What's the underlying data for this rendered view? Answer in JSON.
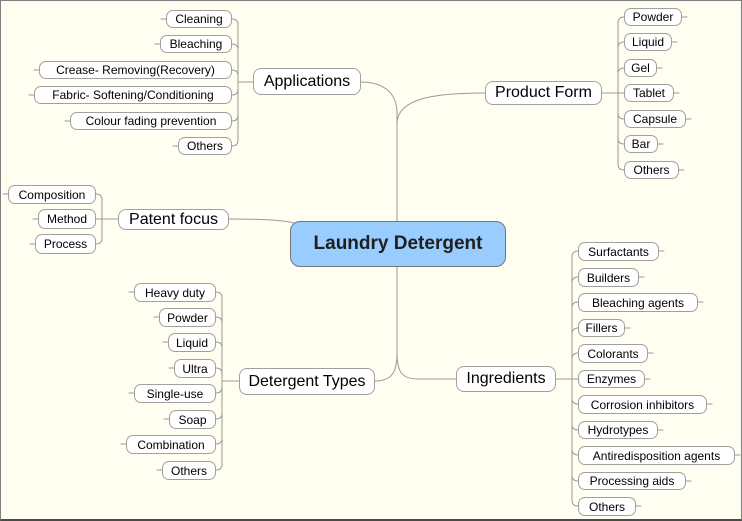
{
  "canvas": {
    "background_color": "#FFFEF0",
    "border_color": "#7F7F7F",
    "line_color": "#999999",
    "node_fill": "#FFFFFF",
    "node_border_color": "#A0A0A0"
  },
  "map": {
    "root": {
      "label": "Laundry Detergent",
      "fill": "#99CCFF"
    },
    "branches": [
      {
        "label": "Applications",
        "side": "left",
        "children": [
          "Cleaning",
          "Bleaching",
          "Crease- Removing(Recovery)",
          "Fabric- Softening/Conditioning",
          "Colour fading prevention",
          "Others"
        ]
      },
      {
        "label": "Product Form",
        "side": "right",
        "children": [
          "Powder",
          "Liquid",
          "Gel",
          "Tablet",
          "Capsule",
          "Bar",
          "Others"
        ]
      },
      {
        "label": "Patent focus",
        "side": "left",
        "children": [
          "Composition",
          "Method",
          "Process"
        ]
      },
      {
        "label": "Detergent Types",
        "side": "left",
        "children": [
          "Heavy duty",
          "Powder",
          "Liquid",
          "Ultra",
          "Single-use",
          "Soap",
          "Combination",
          "Others"
        ]
      },
      {
        "label": "Ingredients",
        "side": "right",
        "children": [
          "Surfactants",
          "Builders",
          "Bleaching agents",
          "Fillers",
          "Colorants",
          "Enzymes",
          "Corrosion inhibitors",
          "Hydrotypes",
          "Antiredisposition agents",
          "Processing aids",
          "Others"
        ]
      }
    ]
  }
}
